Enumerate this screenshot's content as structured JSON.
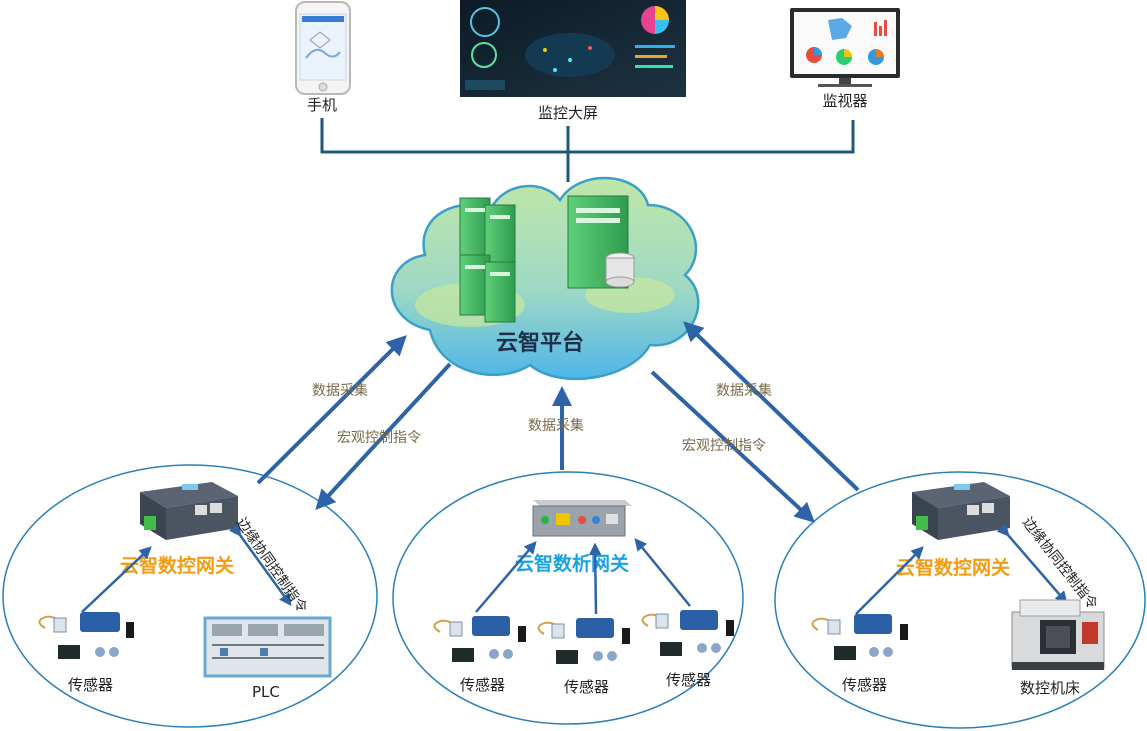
{
  "devices": {
    "phone": "手机",
    "big_screen": "监控大屏",
    "monitor": "监视器"
  },
  "platform": {
    "name": "云智平台"
  },
  "flows": {
    "left_collect": "数据采集",
    "left_control": "宏观控制指令",
    "center_collect": "数据采集",
    "right_collect": "数据采集",
    "right_control": "宏观控制指令"
  },
  "left_zone": {
    "gateway": "云智数控网关",
    "edge": "边缘协同控制指令",
    "sensor": "传感器",
    "plc": "PLC"
  },
  "center_zone": {
    "gateway": "云智数析网关",
    "sensors": [
      "传感器",
      "传感器",
      "传感器"
    ]
  },
  "right_zone": {
    "gateway": "云智数控网关",
    "edge": "边缘协同控制指令",
    "sensor": "传感器",
    "machine": "数控机床"
  },
  "colors": {
    "arrow": "#2e63a8",
    "line": "#1f5a78",
    "gateway_orange": "#f39c12",
    "gateway_blue": "#1aa3e0",
    "cloud": "#8fd3d0"
  }
}
